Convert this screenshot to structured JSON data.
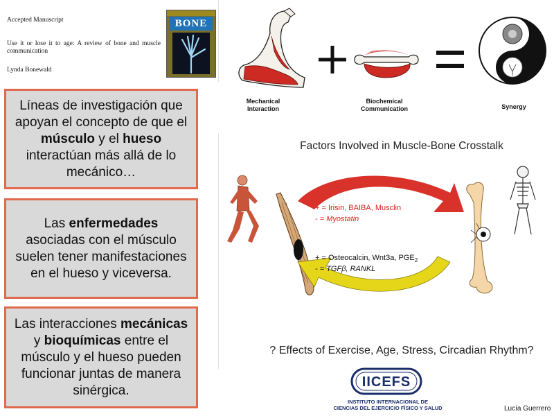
{
  "manuscript": {
    "label": "Accepted Manuscript",
    "title": "Use it or lose it to age: A review of bone and muscle communication",
    "author": "Lynda Bonewald",
    "journal_cover_text": "BONE"
  },
  "boxes": [
    {
      "pre": "Líneas de investigación que apoyan el concepto de que el ",
      "bold1": "músculo",
      "mid": " y el ",
      "bold2": "hueso",
      "post": " interactúan más allá de lo mecánico…"
    },
    {
      "pre": "Las ",
      "bold1": "enfermedades",
      "mid": " asociadas con el músculo suelen tener manifestaciones en el hueso y viceversa.",
      "bold2": "",
      "post": ""
    },
    {
      "pre": "Las interacciones ",
      "bold1": "mecánicas",
      "mid": " y ",
      "bold2": "bioquímicas",
      "post": " entre el músculo y el hueso pueden funcionar juntas de manera sinérgica."
    }
  ],
  "equation": {
    "mechanical": "Mechanical\nInteraction",
    "biochemical": "Biochemical\nCommunication",
    "synergy": "Synergy",
    "plus": "+",
    "equals": "="
  },
  "crosstalk": {
    "title": "Factors Involved in Muscle-Bone Crosstalk",
    "muscle_to_bone_plus": "+ = Irisin, BAIBA, Musclin",
    "muscle_to_bone_minus": "- =  Myostatin",
    "bone_to_muscle_plus": "+ = Osteocalcin, Wnt3a, PGE",
    "bone_to_muscle_plus_sub": "2",
    "bone_to_muscle_minus": "- = TGFβ, RANKL",
    "effects": "? Effects of Exercise, Age, Stress, Circadian Rhythm?"
  },
  "logo": {
    "abbr": "IICEFS",
    "line1": "INSTITUTO INTERNACIONAL DE",
    "line2": "CIENCIAS DEL EJERCICIO FÍSICO Y SALUD"
  },
  "credit": "Lucía Guerrero",
  "colors": {
    "box_border": "#e06a4e",
    "box_fill": "#d9d9d9",
    "muscle_red": "#cc2a22",
    "arrow_red": "#d8322a",
    "arrow_yellow": "#e6d619",
    "logo_blue": "#1a2e6a"
  }
}
